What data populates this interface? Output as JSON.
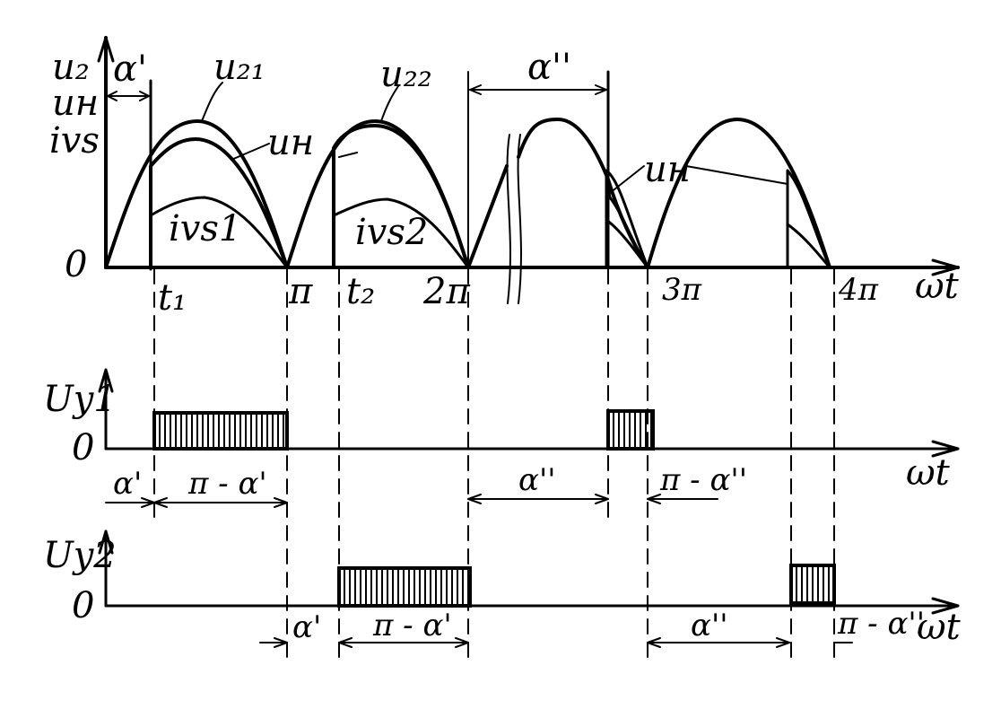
{
  "labels": {
    "u2": "u₂",
    "un_axis": "uн",
    "ivs_axis": "ivs",
    "zero": "0",
    "u21": "u₂₁",
    "u22": "u₂₂",
    "un1": "uн",
    "un2": "uн",
    "ivs1": "ivs1",
    "ivs2": "ivs2",
    "alpha1_top": "α'",
    "alpha2_top": "α''",
    "t1": "t₁",
    "t2": "t₂",
    "pi": "π",
    "two_pi": "2π",
    "three_pi": "3π",
    "four_pi": "4π",
    "wt": "ωt",
    "uy1": "Uy1",
    "uy2": "Uy2",
    "zero_uy1": "0",
    "zero_uy2": "0",
    "wt_uy1": "ωt",
    "wt_uy2": "ωt",
    "alpha1_uy1": "α'",
    "pi_minus_alpha1_uy1": "π - α'",
    "alpha2_uy1": "α''",
    "pi_minus_alpha2_uy1": "π - α''",
    "alpha1_uy2": "α'",
    "pi_minus_alpha1_uy2": "π - α'",
    "alpha2_uy2": "α''",
    "pi_minus_alpha2_uy2": "π - α''"
  }
}
